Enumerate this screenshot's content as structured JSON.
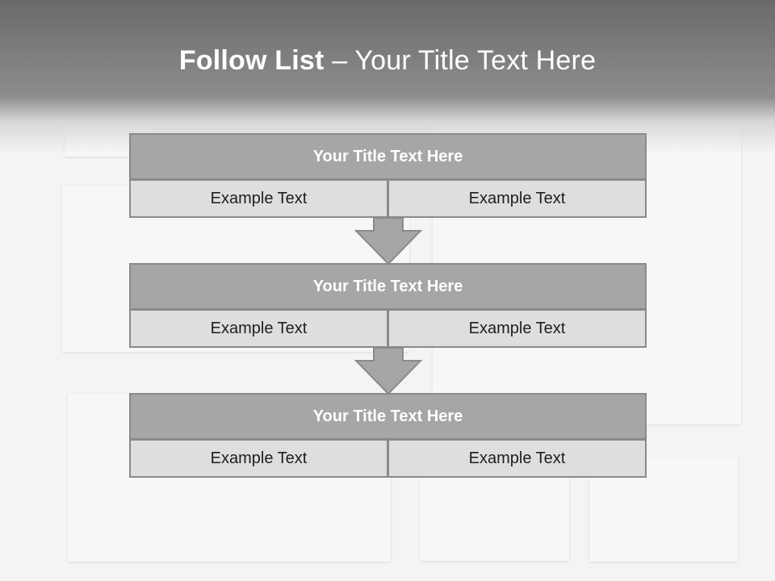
{
  "slide": {
    "title_main": "Follow List",
    "title_sub": " – Your Title Text Here"
  },
  "steps": [
    {
      "title": "Your Title Text Here",
      "left": "Example Text",
      "right": "Example Text"
    },
    {
      "title": "Your Title Text Here",
      "left": "Example Text",
      "right": "Example Text"
    },
    {
      "title": "Your Title Text Here",
      "left": "Example Text",
      "right": "Example Text"
    }
  ],
  "colors": {
    "title_box": "#a6a6a6",
    "cell_box": "#dedede",
    "border": "#8a8a8a",
    "arrow_fill": "#a6a6a6",
    "title_text": "#ffffff"
  }
}
